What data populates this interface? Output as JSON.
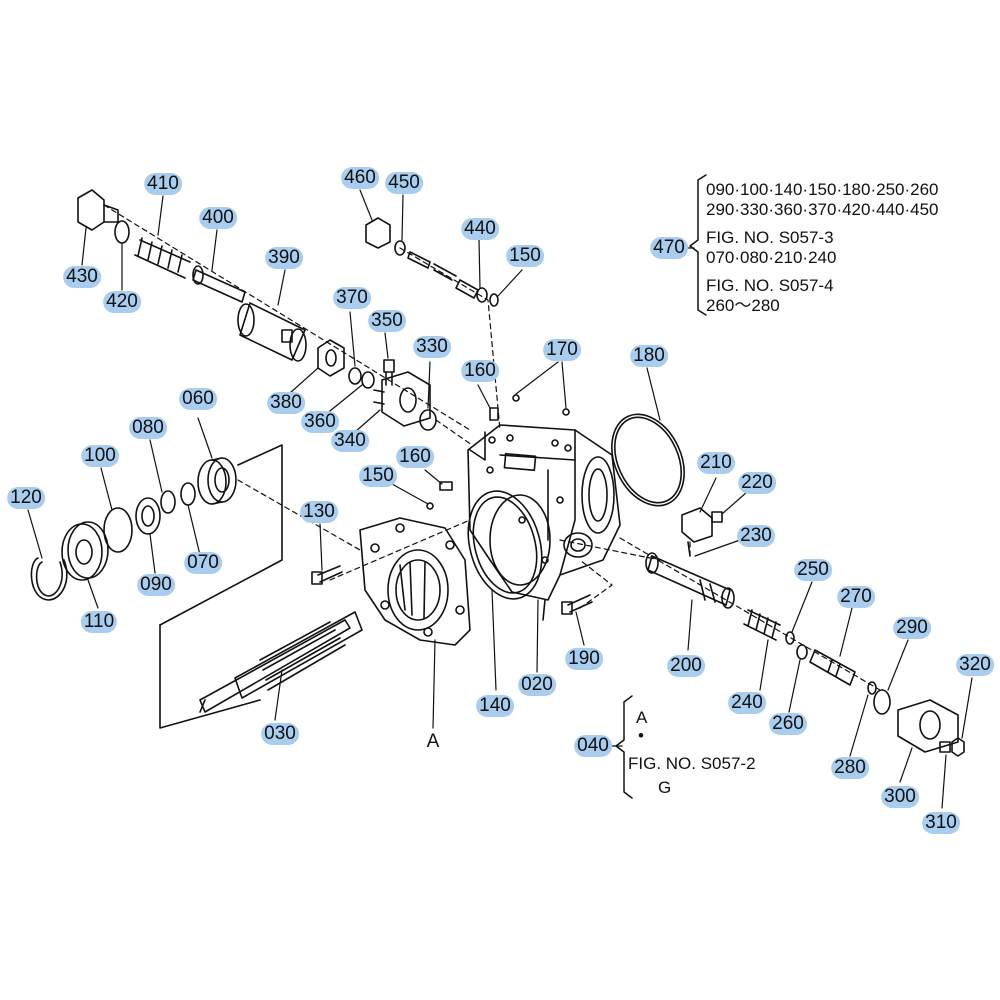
{
  "highlight_color": "#a9cdee",
  "part_labels": [
    {
      "id": "410"
    },
    {
      "id": "400"
    },
    {
      "id": "390"
    },
    {
      "id": "430"
    },
    {
      "id": "420"
    },
    {
      "id": "460"
    },
    {
      "id": "450"
    },
    {
      "id": "440"
    },
    {
      "id": "150a",
      "text": "150"
    },
    {
      "id": "370"
    },
    {
      "id": "350"
    },
    {
      "id": "330"
    },
    {
      "id": "380"
    },
    {
      "id": "360"
    },
    {
      "id": "340"
    },
    {
      "id": "160a",
      "text": "160"
    },
    {
      "id": "170"
    },
    {
      "id": "180"
    },
    {
      "id": "160b",
      "text": "160"
    },
    {
      "id": "150b",
      "text": "150"
    },
    {
      "id": "060"
    },
    {
      "id": "080"
    },
    {
      "id": "100"
    },
    {
      "id": "120"
    },
    {
      "id": "070"
    },
    {
      "id": "090"
    },
    {
      "id": "110"
    },
    {
      "id": "130"
    },
    {
      "id": "210"
    },
    {
      "id": "220"
    },
    {
      "id": "230"
    },
    {
      "id": "250"
    },
    {
      "id": "270"
    },
    {
      "id": "290"
    },
    {
      "id": "320"
    },
    {
      "id": "190"
    },
    {
      "id": "020"
    },
    {
      "id": "140"
    },
    {
      "id": "030"
    },
    {
      "id": "200"
    },
    {
      "id": "240"
    },
    {
      "id": "260"
    },
    {
      "id": "280"
    },
    {
      "id": "300"
    },
    {
      "id": "310"
    },
    {
      "id": "470"
    },
    {
      "id": "040"
    }
  ],
  "note_470": {
    "line1": "090·100·140·150·180·250·260",
    "line2": "290·330·360·370·420·440·450",
    "line3": "FIG. NO. S057-3",
    "line4": "070·080·210·240",
    "line5": "FIG. NO. S057-4",
    "line6": "260～280"
  },
  "note_040": {
    "line1": "A",
    "line2": "•",
    "line3": "FIG. NO. S057-2",
    "line4": "G"
  },
  "ref_a": "A"
}
